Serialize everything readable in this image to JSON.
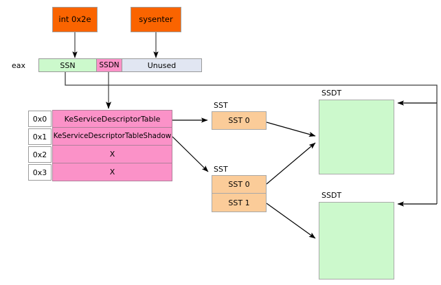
{
  "diagram": {
    "title_present": false,
    "colors": {
      "entry_orange": "#fa6400",
      "ssn_green": "#ccf9cc",
      "ssdn_pink": "#fb92c8",
      "unused_lavender": "#e1e6f2",
      "table_pink": "#fb92c8",
      "sst_orange": "#fbcc99",
      "ssdt_green": "#ccf9cc",
      "wire_dark": "#3f3f3f",
      "arrow_black": "#000000"
    },
    "entry_points": [
      {
        "label": "int 0x2e"
      },
      {
        "label": "sysenter"
      }
    ],
    "register": {
      "name": "eax",
      "segments": [
        {
          "label": "SSN"
        },
        {
          "label": "SSDN"
        },
        {
          "label": "Unused"
        }
      ]
    },
    "descriptor_table": {
      "rows": [
        {
          "index": "0x0",
          "label": "KeServiceDescriptorTable"
        },
        {
          "index": "0x1",
          "label": "KeServiceDescriptorTableShadow"
        },
        {
          "index": "0x2",
          "label": "X"
        },
        {
          "index": "0x3",
          "label": "X"
        }
      ]
    },
    "service_tables": [
      {
        "group_label": "SST",
        "entries": [
          {
            "label": "SST 0"
          }
        ]
      },
      {
        "group_label": "SST",
        "entries": [
          {
            "label": "SST 0"
          },
          {
            "label": "SST 1"
          }
        ]
      }
    ],
    "ssdt_blocks": [
      {
        "group_label": "SSDT",
        "contents": ""
      },
      {
        "group_label": "SSDT",
        "contents": ""
      }
    ]
  }
}
